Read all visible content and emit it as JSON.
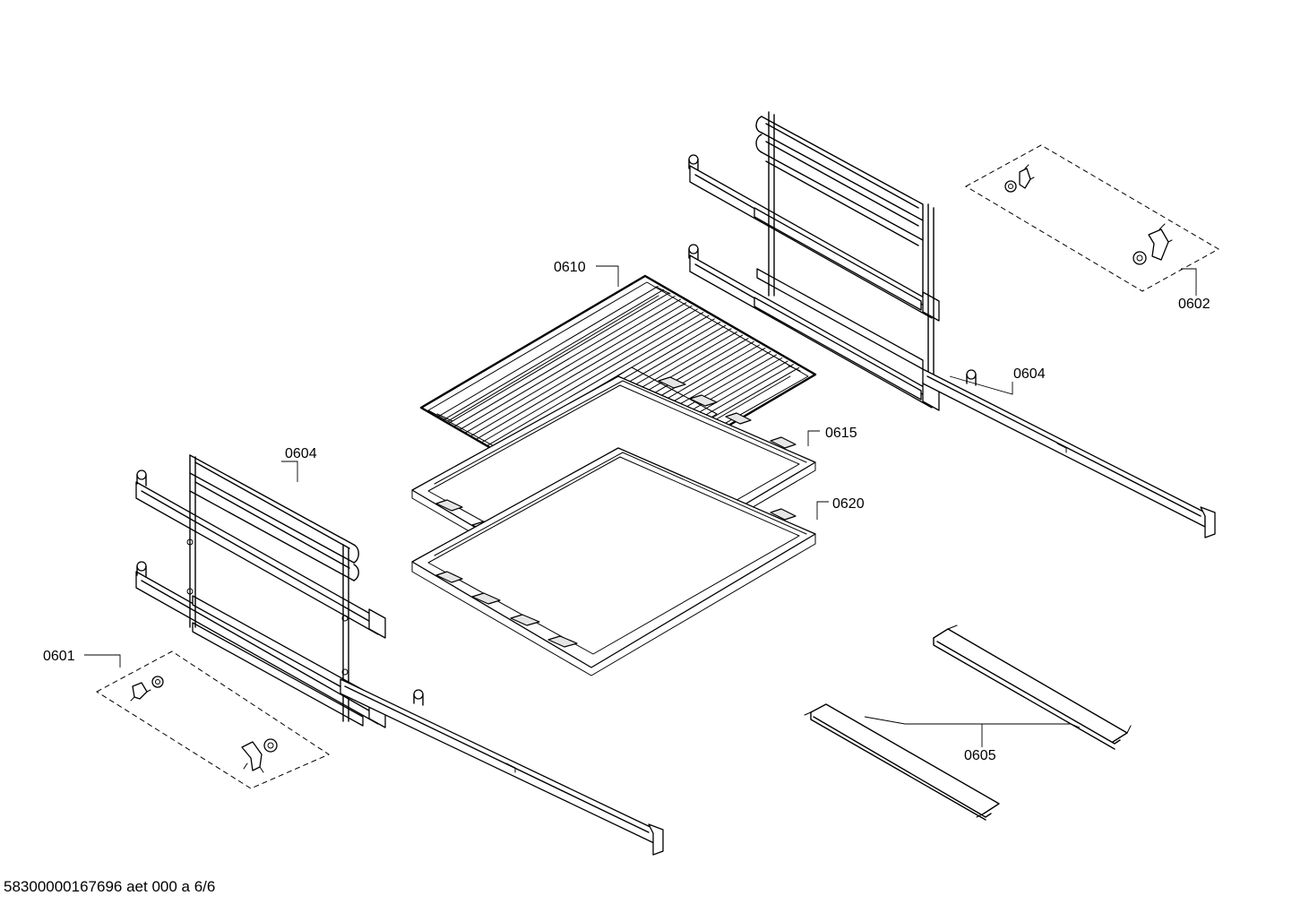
{
  "labels": {
    "p0610": "0610",
    "p0602": "0602",
    "p0604_right": "0604",
    "p0615": "0615",
    "p0604_left": "0604",
    "p0620": "0620",
    "p0601": "0601",
    "p0605": "0605"
  },
  "footer": "58300000167696 aet 000 a 6/6"
}
